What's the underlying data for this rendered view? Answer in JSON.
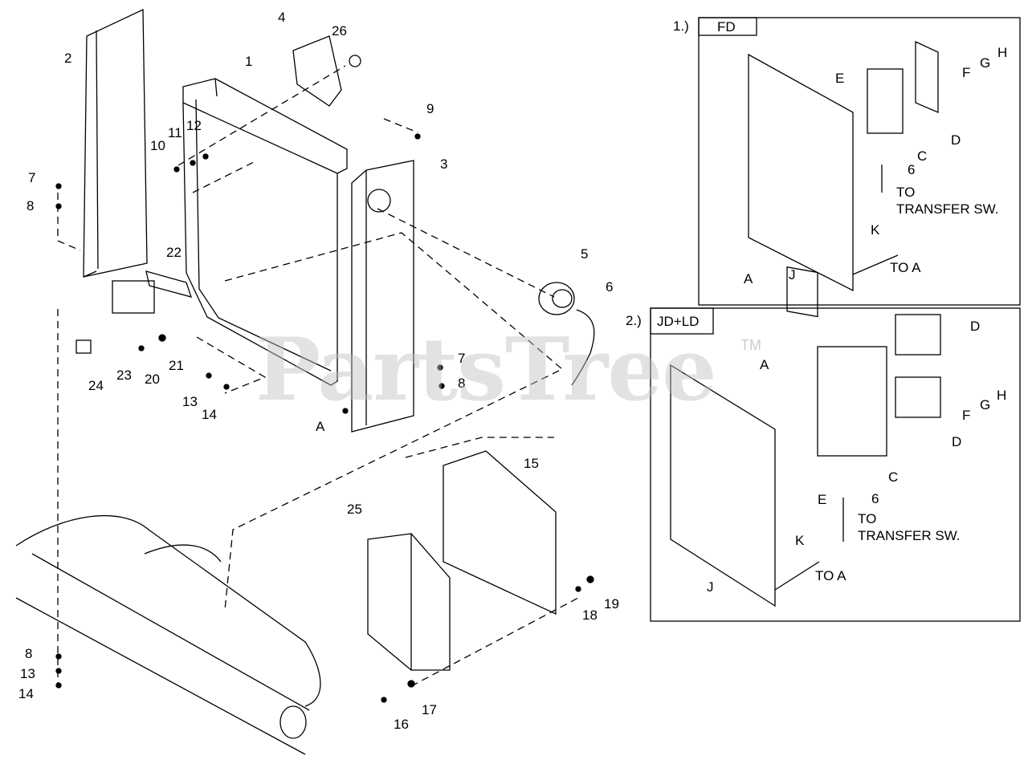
{
  "watermark": {
    "text": "PartsTree",
    "trademark": "TM"
  },
  "main_callouts": {
    "c1": "1",
    "c2": "2",
    "c3": "3",
    "c4": "4",
    "c5": "5",
    "c6": "6",
    "c7": "7",
    "c8": "8",
    "c9": "9",
    "c10": "10",
    "c11": "11",
    "c12": "12",
    "c13": "13",
    "c14": "14",
    "c15": "15",
    "c16": "16",
    "c17": "17",
    "c18": "18",
    "c19": "19",
    "c20": "20",
    "c21": "21",
    "c22": "22",
    "c23": "23",
    "c24": "24",
    "c25": "25",
    "c26": "26",
    "cA": "A"
  },
  "inset_fd": {
    "index": "1.)",
    "title": "FD",
    "labels": {
      "A": "A",
      "C": "C",
      "D": "D",
      "E": "E",
      "F": "F",
      "G": "G",
      "H": "H",
      "J": "J",
      "K": "K",
      "six": "6"
    },
    "to_transfer": "TO",
    "transfer_sw": "TRANSFER SW.",
    "to_a": "TO A"
  },
  "inset_jdld": {
    "index": "2.)",
    "title": "JD+LD",
    "labels": {
      "A": "A",
      "C": "C",
      "D1": "D",
      "D2": "D",
      "E": "E",
      "F": "F",
      "G": "G",
      "H": "H",
      "J": "J",
      "K": "K",
      "six": "6"
    },
    "to_transfer": "TO",
    "transfer_sw": "TRANSFER SW.",
    "to_a": "TO A"
  },
  "colors": {
    "line": "#000000",
    "watermark": "#bebebe",
    "background": "#ffffff"
  }
}
